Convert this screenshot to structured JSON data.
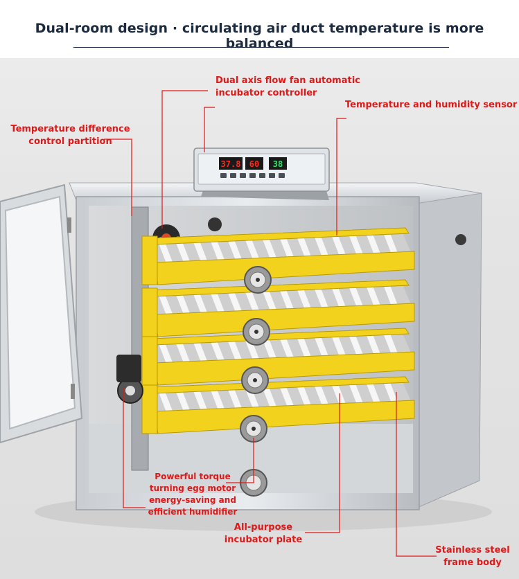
{
  "headline": "Dual-room design · circulating air duct temperature is more balanced",
  "callouts": {
    "controller_line1": "Dual axis flow fan automatic",
    "controller_line2": "incubator controller",
    "sensor": "Temperature and humidity sensor",
    "partition_line1": "Temperature difference",
    "partition_line2": "control partition",
    "motor_line1": "Powerful torque",
    "motor_line2": "turning egg motor",
    "motor_line3": "energy-saving and",
    "motor_line4": "efficient humidifier",
    "plate_line1": "All-purpose",
    "plate_line2": "incubator plate",
    "frame_line1": "Stainless steel",
    "frame_line2": "frame body"
  },
  "controller_display": {
    "left_readout": "37.8",
    "middle_readout": "60",
    "right_readout": "38"
  },
  "colors": {
    "callout": "#e01818",
    "headline": "#1b2a3e",
    "tray": "#f2d21c",
    "display": "#ff2a1a"
  }
}
